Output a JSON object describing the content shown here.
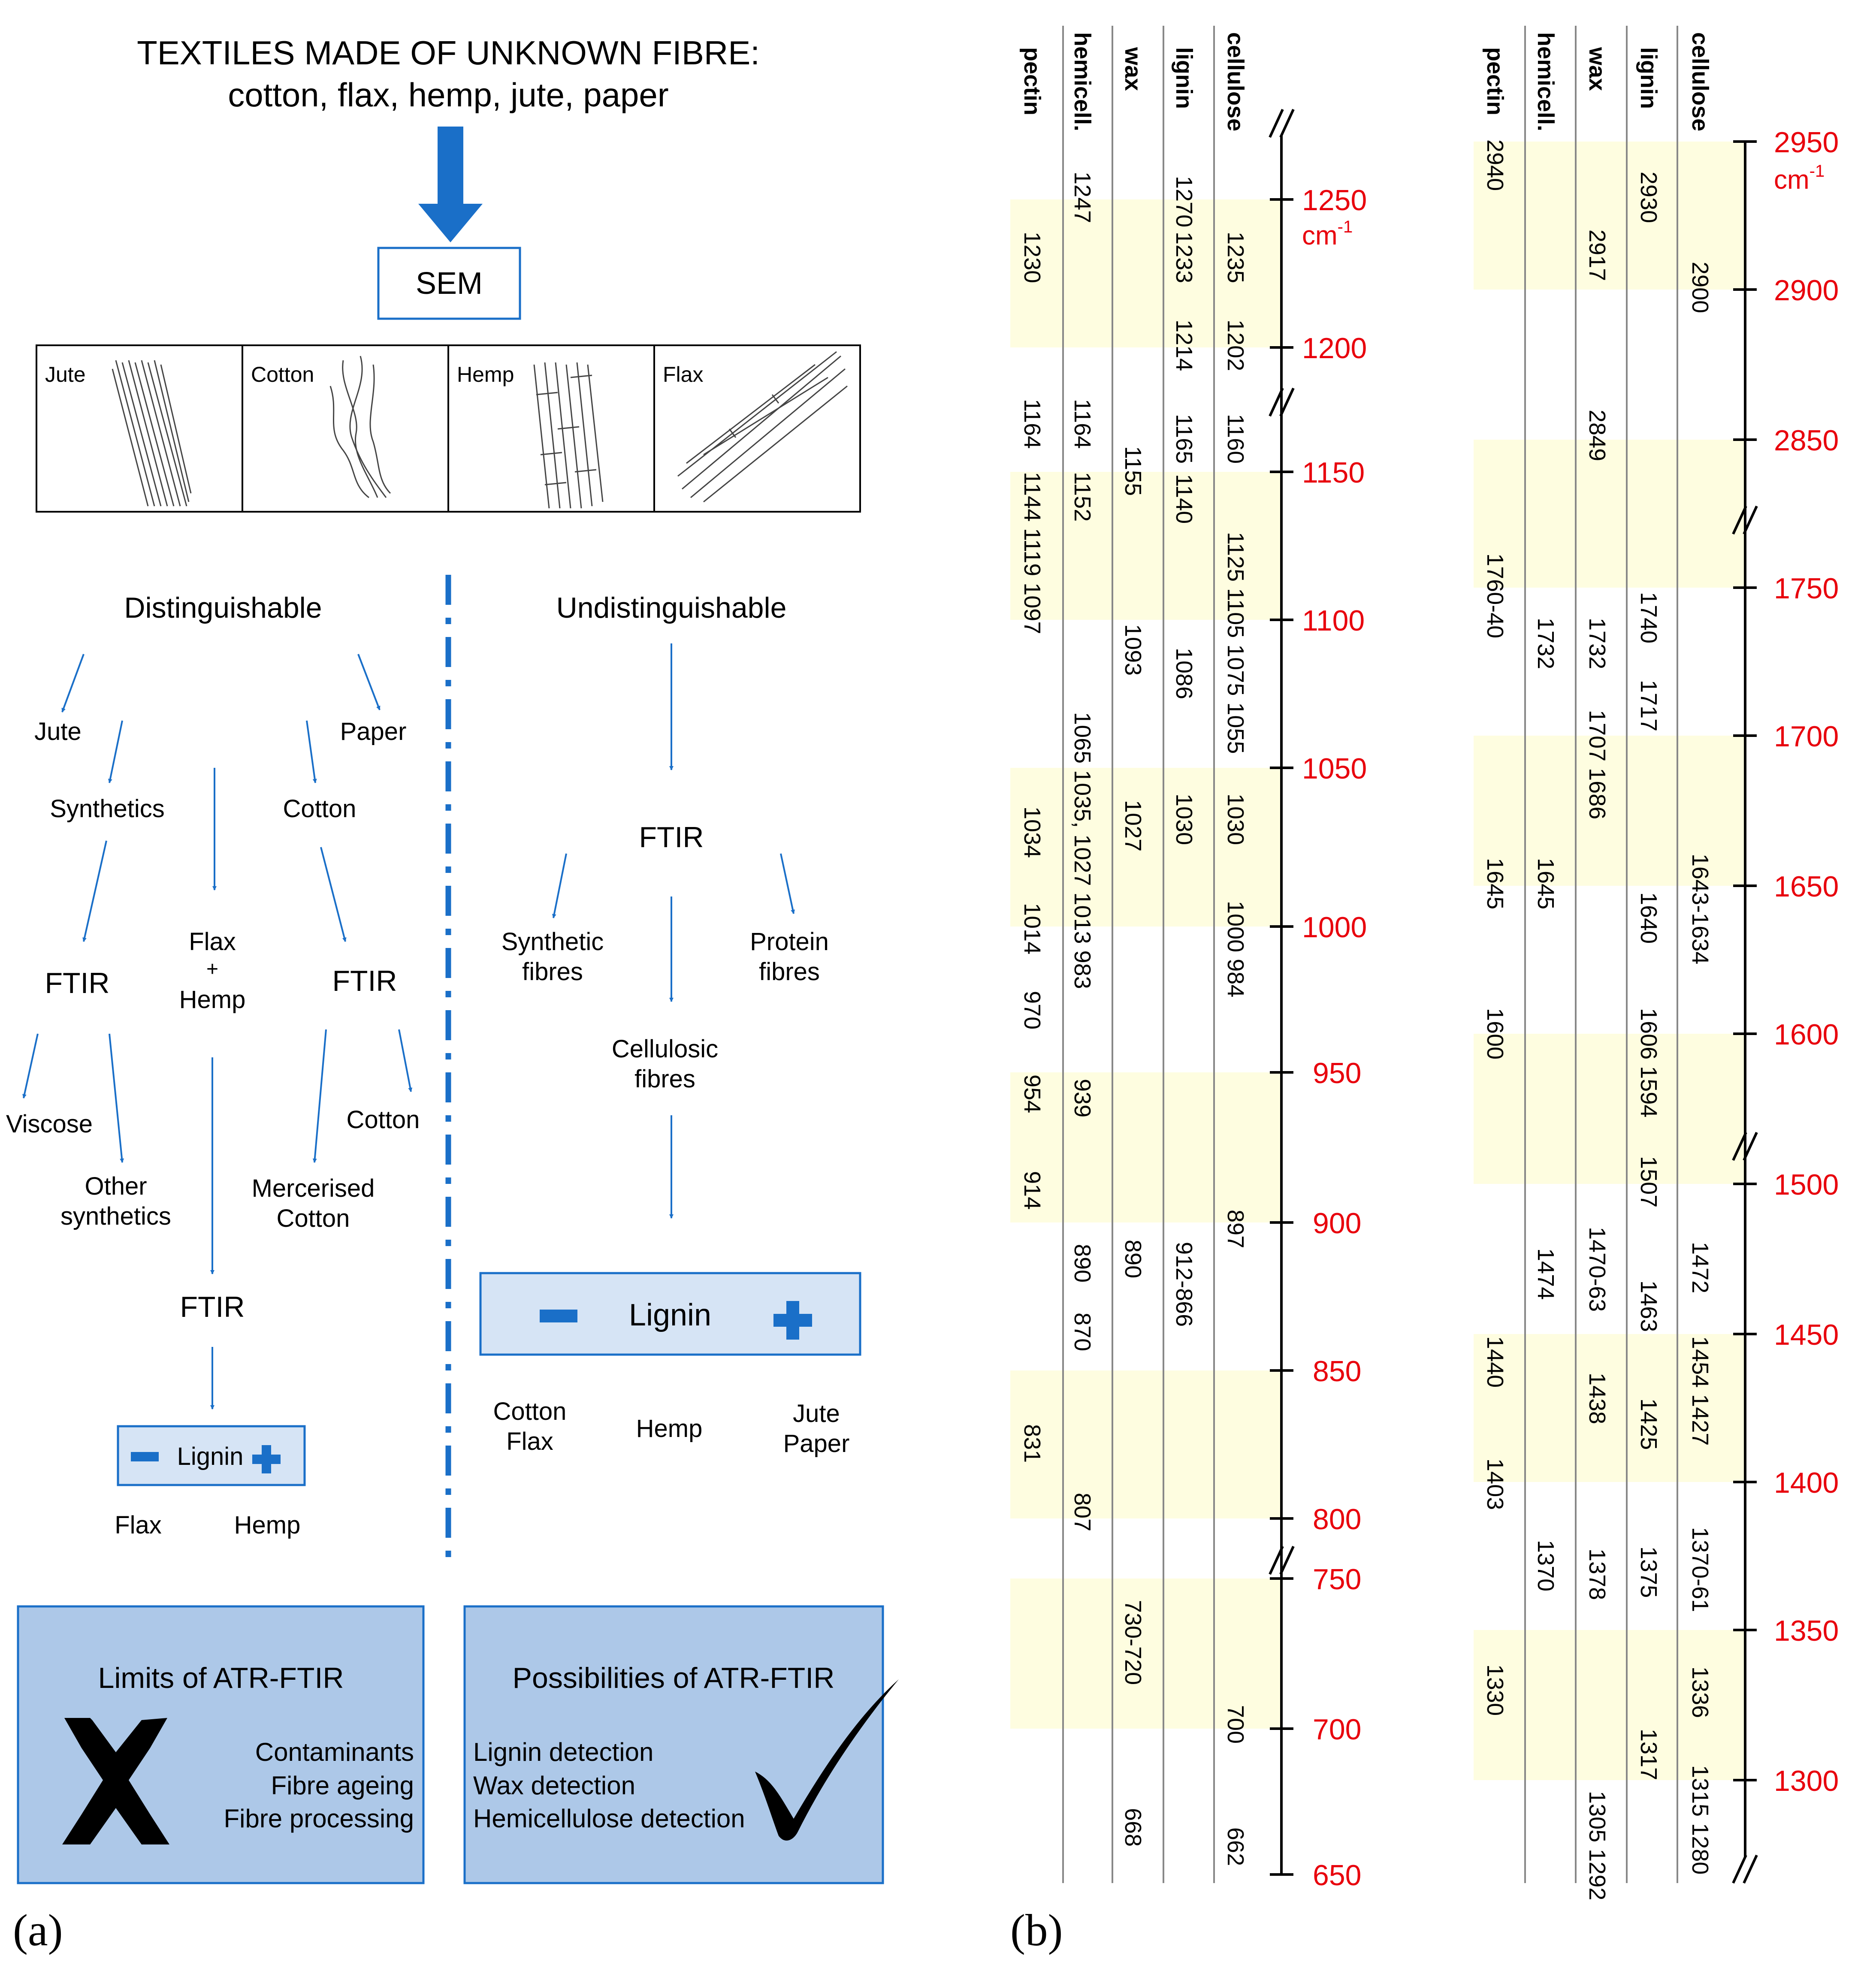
{
  "panel_a": {
    "label": "(a)",
    "title_line1": "TEXTILES MADE OF UNKNOWN FIBRE:",
    "title_line2": "cotton, flax, hemp, jute, paper",
    "sem_label": "SEM",
    "fibre_panels": [
      "Jute",
      "Cotton",
      "Hemp",
      "Flax"
    ],
    "left_branch": {
      "heading": "Distinguishable",
      "jute": "Jute",
      "paper": "Paper",
      "synthetics": "Synthetics",
      "cotton": "Cotton",
      "ftir_left": "FTIR",
      "flax_line1": "Flax",
      "flax_plus": "+",
      "flax_line2": "Hemp",
      "ftir_right": "FTIR",
      "viscose": "Viscose",
      "other_line1": "Other",
      "other_line2": "synthetics",
      "cotton2": "Cotton",
      "merc_line1": "Mercerised",
      "merc_line2": "Cotton",
      "ftir_bottom": "FTIR",
      "lignin": "Lignin",
      "flax": "Flax",
      "hemp": "Hemp"
    },
    "right_branch": {
      "heading": "Undistinguishable",
      "ftir": "FTIR",
      "synth_line1": "Synthetic",
      "synth_line2": "fibres",
      "protein_line1": "Protein",
      "protein_line2": "fibres",
      "cell_line1": "Cellulosic",
      "cell_line2": "fibres",
      "lignin": "Lignin",
      "cotton_flax_line1": "Cotton",
      "cotton_flax_line2": "Flax",
      "hemp": "Hemp",
      "jute_paper_line1": "Jute",
      "jute_paper_line2": "Paper"
    },
    "limits_box": {
      "title": "Limits of ATR-FTIR",
      "items": [
        "Contaminants",
        "Fibre ageing",
        "Fibre processing"
      ]
    },
    "possibilities_box": {
      "title": "Possibilities of ATR-FTIR",
      "items": [
        "Lignin detection",
        "Wax detection",
        "Hemicellulose detection"
      ]
    },
    "colors": {
      "arrow_blue": "#1a6fc8",
      "box_fill": "#adc8e8",
      "lignin_box_fill": "#d6e4f5"
    }
  },
  "panel_b": {
    "label": "(b)",
    "columns": [
      "cellulose",
      "lignin",
      "wax",
      "hemicell.",
      "pectin"
    ],
    "unit": "cm",
    "unit_exp": "-1",
    "left_axis": {
      "ticks": [
        "1250",
        "1200",
        "1150",
        "1100",
        "1050",
        "1000",
        "950",
        "900",
        "850",
        "800",
        "750",
        "700",
        "650"
      ],
      "bands": {
        "cellulose": [
          "1235",
          "1202",
          "1160",
          "1125 1105 1075 1055",
          "1030",
          "1000 984",
          "897",
          "700",
          "662"
        ],
        "lignin": [
          "1270",
          "1233",
          "1214",
          "1165",
          "1140",
          "1086",
          "1030",
          "912-866"
        ],
        "wax": [
          "1155",
          "1093",
          "1027",
          "890",
          "730-720",
          "668"
        ],
        "hemicell": [
          "1247",
          "1164",
          "1152",
          "1065 1035, 1027 1013 983",
          "939",
          "890",
          "870",
          "807"
        ],
        "pectin": [
          "1230",
          "1164",
          "1144 1119 1097",
          "1034",
          "1014",
          "970",
          "954",
          "914",
          "831"
        ]
      }
    },
    "right_axis": {
      "ticks": [
        "2950",
        "2900",
        "2850",
        "1750",
        "1700",
        "1650",
        "1600",
        "1500",
        "1450",
        "1400",
        "1350",
        "1300"
      ],
      "bands": {
        "cellulose": [
          "2900",
          "1643-1634",
          "1472",
          "1454 1427",
          "1370-61",
          "1336",
          "1315 1280"
        ],
        "lignin": [
          "2930",
          "1740",
          "1717",
          "1640",
          "1606 1594",
          "1507",
          "1463",
          "1425",
          "1375",
          "1317"
        ],
        "wax": [
          "2917",
          "2849",
          "1732",
          "1707 1686",
          "1470-63",
          "1438",
          "1378",
          "1305 1292"
        ],
        "hemicell": [
          "1732",
          "1645",
          "1474",
          "1370"
        ],
        "pectin": [
          "2940",
          "1760-40",
          "1645",
          "1600",
          "1440",
          "1403",
          "1330"
        ]
      }
    },
    "colors": {
      "highlight": "#fefde0",
      "tick_red": "#e8000c"
    }
  }
}
